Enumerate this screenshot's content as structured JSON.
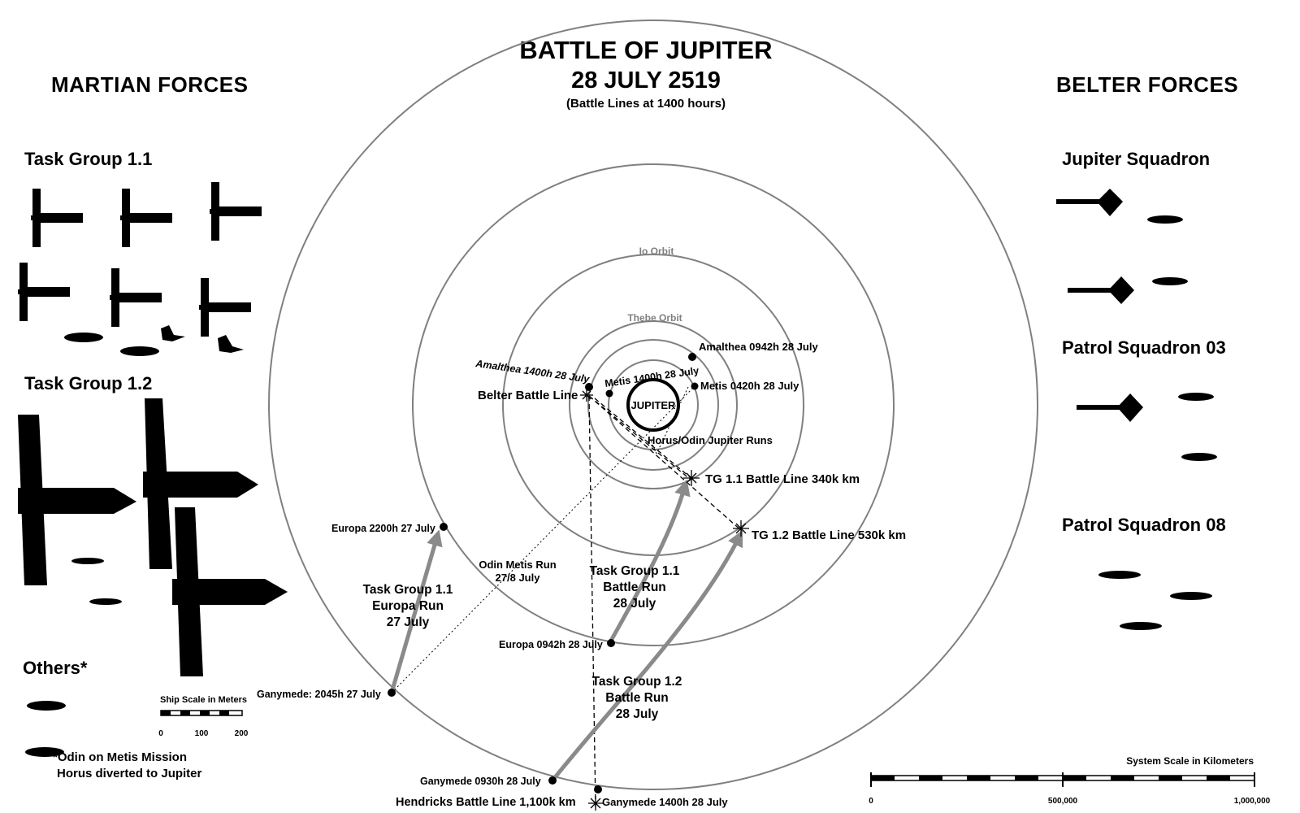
{
  "title": "BATTLE OF JUPITER",
  "date": "28 JULY 2519",
  "subtitle": "(Battle Lines at 1400 hours)",
  "left": {
    "header": "MARTIAN FORCES",
    "tg11": "Task Group 1.1",
    "tg12": "Task Group 1.2",
    "others": "Others*",
    "note1": "*Odin on Metis Mission",
    "note2": "Horus diverted to Jupiter",
    "ship_scale": {
      "label": "Ship Scale in Meters",
      "t0": "0",
      "t1": "100",
      "t2": "200"
    }
  },
  "right": {
    "header": "BELTER FORCES",
    "jupiter_sq": "Jupiter Squadron",
    "patrol03": "Patrol Squadron 03",
    "patrol08": "Patrol Squadron 08",
    "system_scale": {
      "label": "System Scale in Kilometers",
      "t0": "0",
      "t1": "500,000",
      "t2": "1,000,000"
    }
  },
  "map": {
    "jupiter": "JUPITER",
    "io_orbit": "Io Orbit",
    "thebe_orbit": "Thebe Orbit",
    "amalthea_0942": "Amalthea 0942h 28 July",
    "amalthea_1400": "Amalthea 1400h 28 July",
    "metis_1400": "Metis 1400h 28 July",
    "metis_0420": "Metis 0420h 28 July",
    "belter_line": "Belter Battle Line",
    "horus_odin": "Horus/Odin Jupiter Runs",
    "tg11_line": "TG 1.1 Battle Line 340k km",
    "tg12_line": "TG 1.2 Battle Line 530k km",
    "europa_2200": "Europa 2200h 27 July",
    "odin_run_1": "Odin Metis Run",
    "odin_run_2": "27/8 July",
    "tg11_europa_1": "Task Group 1.1",
    "tg11_europa_2": "Europa Run",
    "tg11_europa_3": "27 July",
    "tg11_battle_1": "Task Group 1.1",
    "tg11_battle_2": "Battle Run",
    "tg11_battle_3": "28 July",
    "europa_0942": "Europa 0942h 28 July",
    "ganymede_2045": "Ganymede: 2045h 27 July",
    "tg12_battle_1": "Task Group 1.2",
    "tg12_battle_2": "Battle Run",
    "tg12_battle_3": "28 July",
    "ganymede_0930": "Ganymede 0930h 28 July",
    "hendricks": "Hendricks Battle Line 1,100k km",
    "ganymede_1400": "Ganymede 1400h 28 July"
  }
}
